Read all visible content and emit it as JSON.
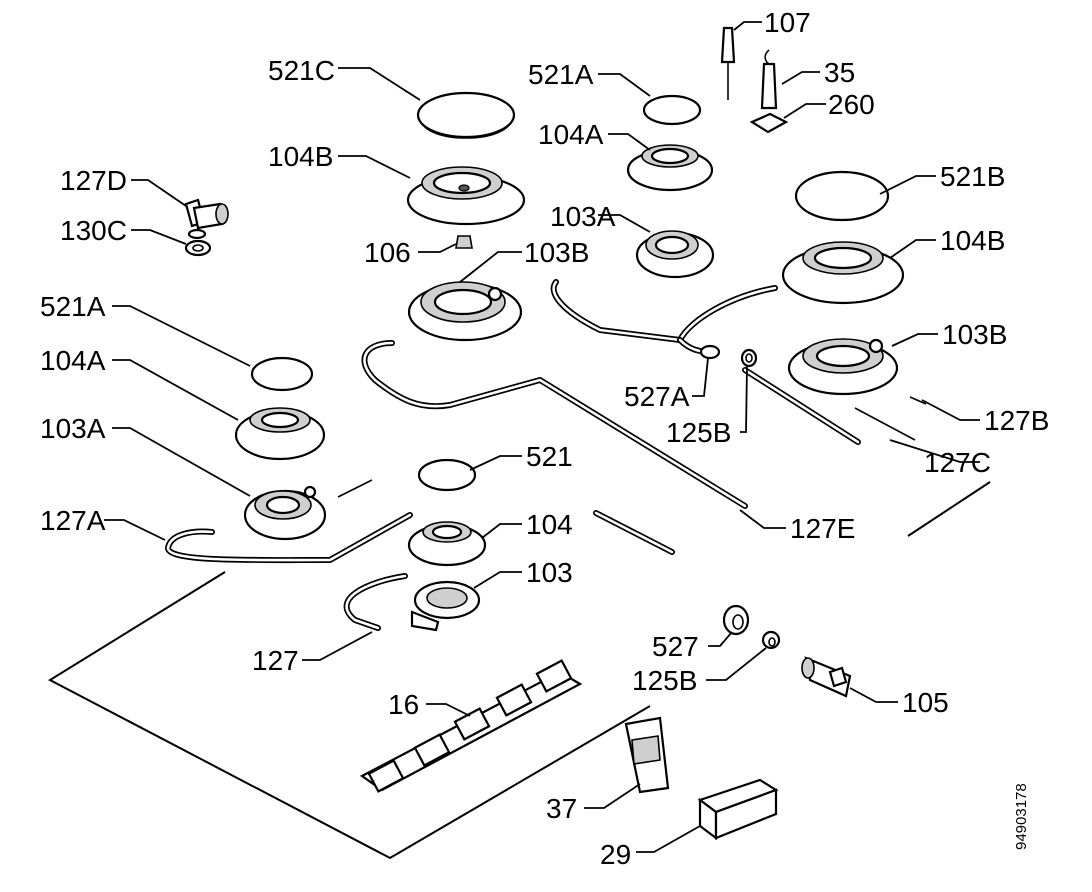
{
  "document_id": "94903178",
  "labels": {
    "l107": "107",
    "l35": "35",
    "l260": "260",
    "l521C": "521C",
    "l521A_top": "521A",
    "l104A_top": "104A",
    "l104B_left": "104B",
    "l127D": "127D",
    "l130C": "130C",
    "l106": "106",
    "l103B_mid": "103B",
    "l103A_top": "103A",
    "l521B": "521B",
    "l104B_right": "104B",
    "l103B_right": "103B",
    "l521A_left": "521A",
    "l104A_left": "104A",
    "l103A_left": "103A",
    "l527A": "527A",
    "l125B_mid": "125B",
    "l127B": "127B",
    "l127C": "127C",
    "l521": "521",
    "l127A": "127A",
    "l104": "104",
    "l127E": "127E",
    "l103": "103",
    "l127": "127",
    "l527": "527",
    "l125B_low": "125B",
    "l105": "105",
    "l16": "16",
    "l37": "37",
    "l29": "29"
  }
}
